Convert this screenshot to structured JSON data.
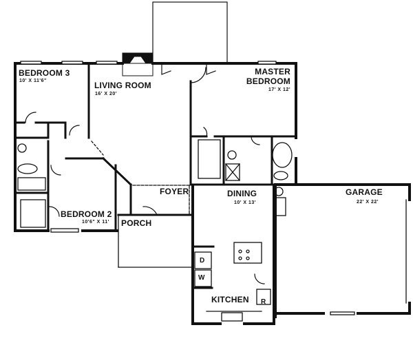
{
  "plan": {
    "rooms": [
      {
        "name": "BEDROOM 3",
        "size": "10' X 11'6\""
      },
      {
        "name": "LIVING ROOM",
        "size": "16' X 20'"
      },
      {
        "name": "MASTER BEDROOM",
        "name_line1": "MASTER",
        "name_line2": "BEDROOM",
        "size": "17' X 12'"
      },
      {
        "name": "FOYER"
      },
      {
        "name": "DINING",
        "size": "10' X 13'"
      },
      {
        "name": "GARAGE",
        "size": "22' X 22'"
      },
      {
        "name": "BEDROOM 2",
        "size": "10'6\" X 11'"
      },
      {
        "name": "PORCH"
      },
      {
        "name": "KITCHEN"
      }
    ],
    "appliances": {
      "dryer": "D",
      "washer": "W",
      "range_hood": "R"
    },
    "colors": {
      "wall": "#111111",
      "background": "#ffffff"
    }
  }
}
